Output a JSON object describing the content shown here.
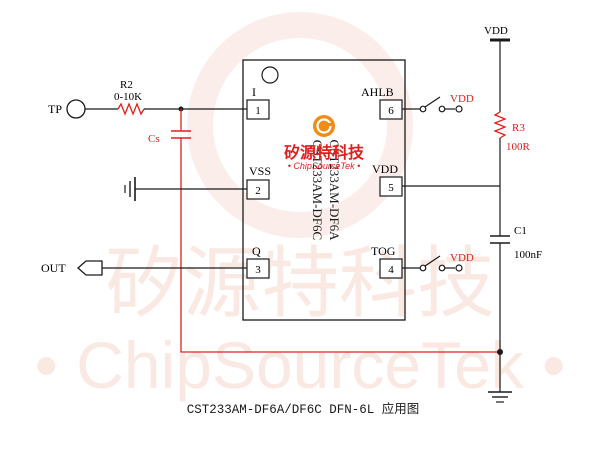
{
  "colors": {
    "wire": "#1a1a1a",
    "red_wire": "#e0201c",
    "red_label": "#d8201c",
    "watermark": "#f7d9d0",
    "logo_orange": "#f08c14",
    "logo_red": "#e0201c"
  },
  "chip": {
    "part_number_1": "CST233AM-DF6A",
    "part_number_2": "CST233AM-DF6C",
    "pin_notch_icon": "circle-icon",
    "pins": [
      {
        "number": "1",
        "name": "I"
      },
      {
        "number": "2",
        "name": "VSS"
      },
      {
        "number": "3",
        "name": "Q"
      },
      {
        "number": "4",
        "name": "TOG"
      },
      {
        "number": "5",
        "name": "VDD"
      },
      {
        "number": "6",
        "name": "AHLB"
      }
    ]
  },
  "components": {
    "tp": "TP",
    "r2_name": "R2",
    "r2_value": "0-10K",
    "cs": "Cs",
    "out": "OUT",
    "vdd_top": "VDD",
    "r3_name": "R3",
    "r3_value": "100R",
    "c1_name": "C1",
    "c1_value": "100nF",
    "vdd_ahlb": "VDD",
    "vdd_tog": "VDD"
  },
  "logo": {
    "icon": "chipsourcetek-logo-icon",
    "text_cn": "矽源特科技",
    "text_en": "• ChipSourceTek •"
  },
  "watermark": {
    "text_cn": "矽源特科技",
    "text_en": "• ChipSourceTek •"
  },
  "caption": "CST233AM-DF6A/DF6C DFN-6L 应用图"
}
